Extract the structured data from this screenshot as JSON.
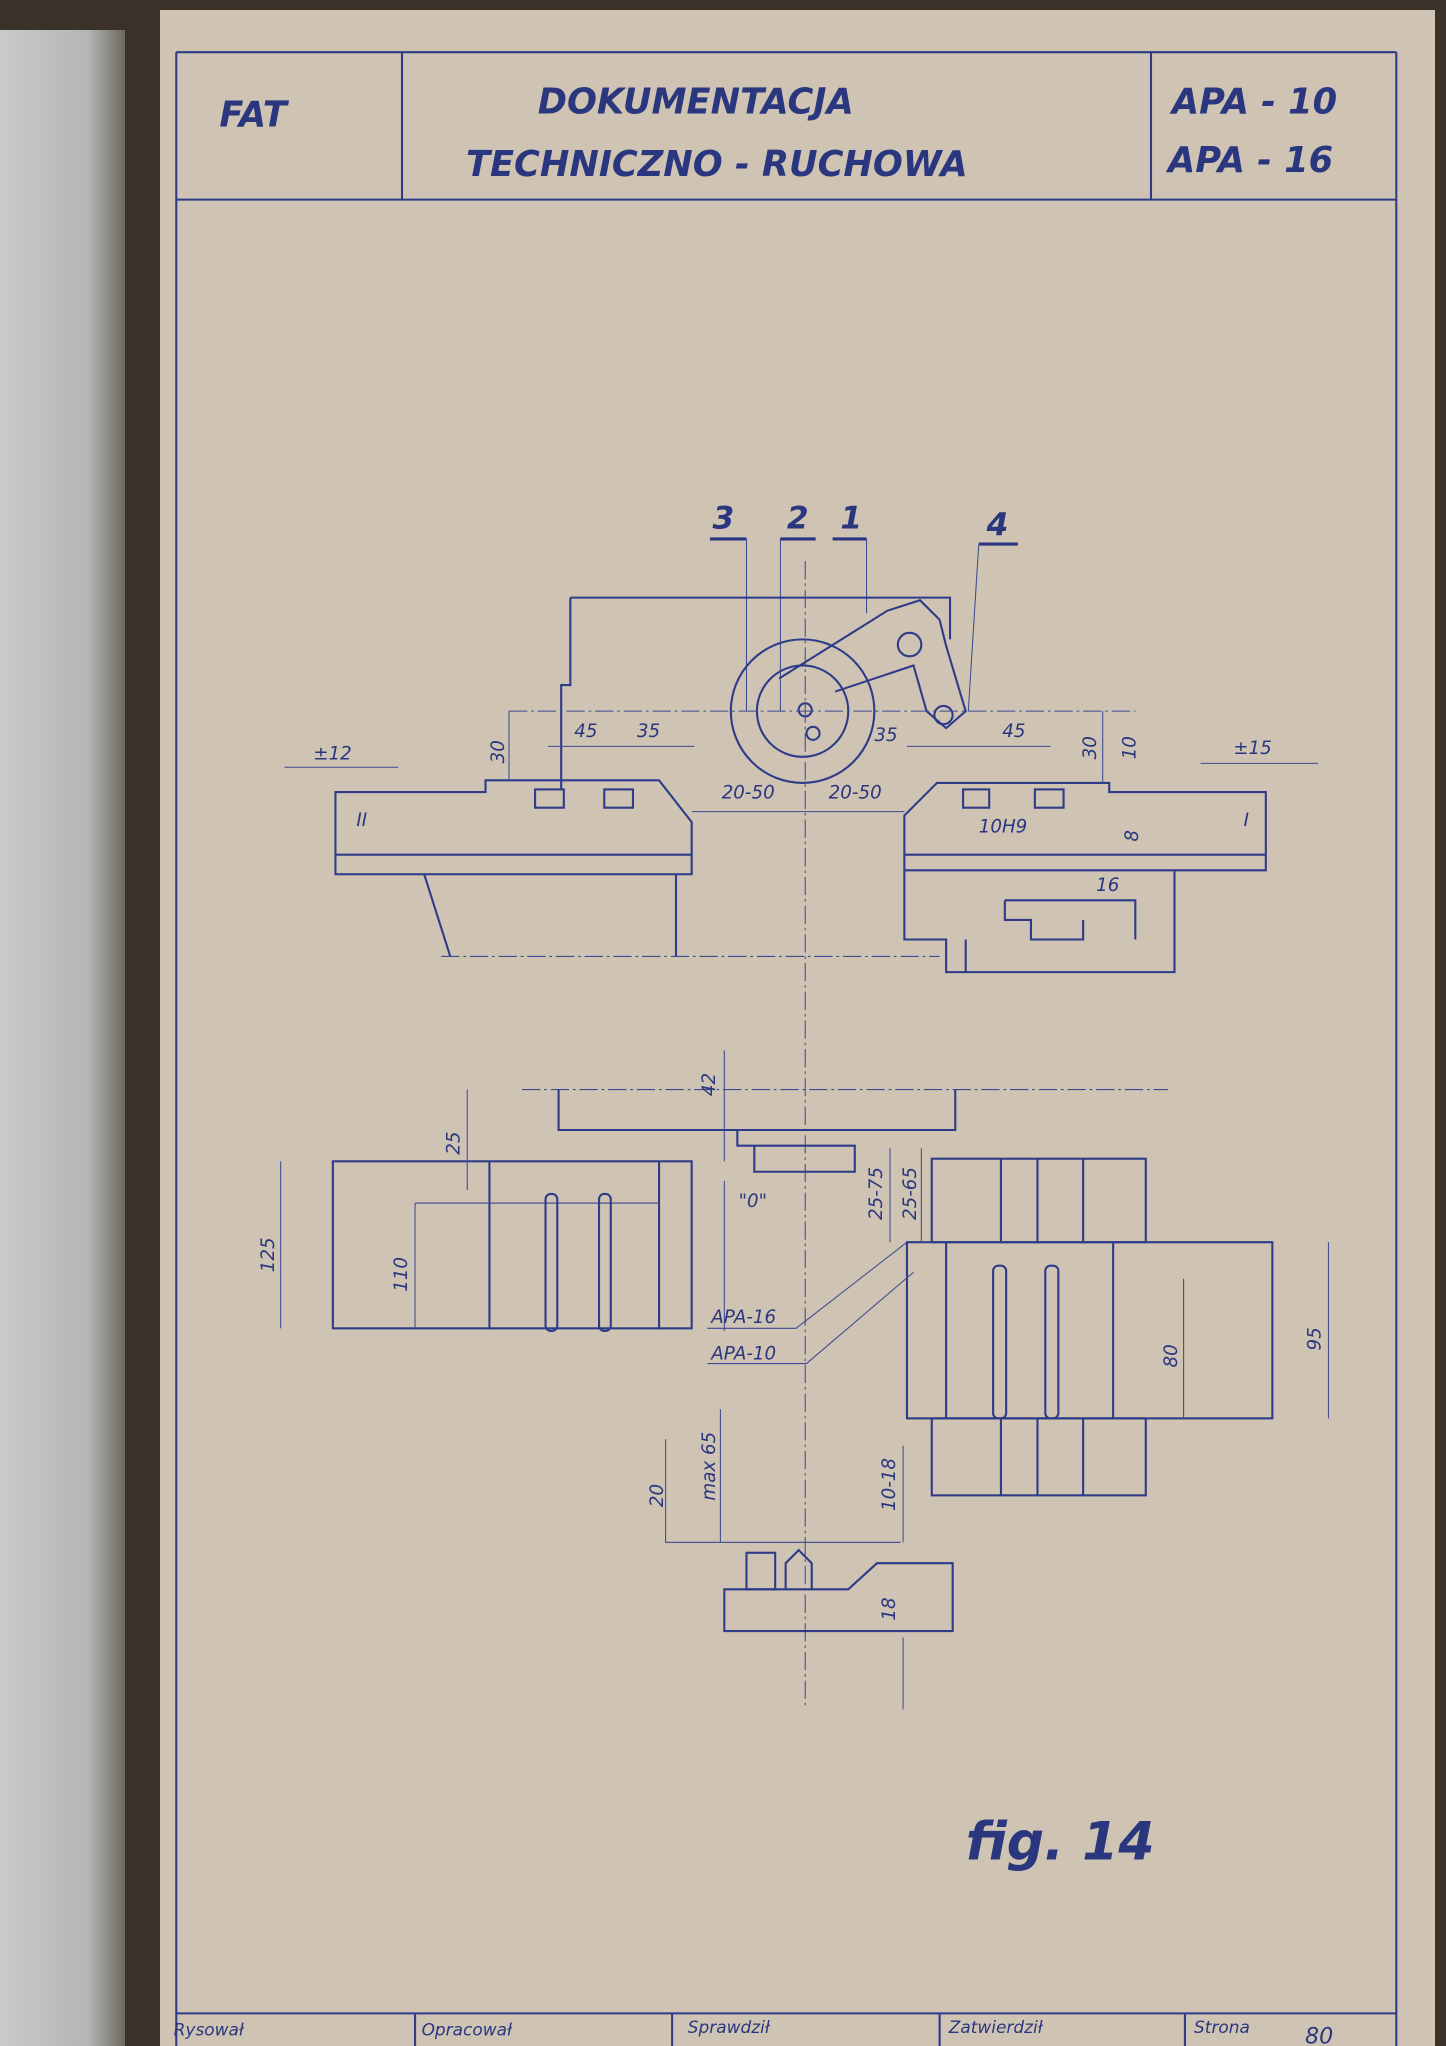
{
  "header": {
    "company": "FAT",
    "title_line1": "DOKUMENTACJA",
    "title_line2": "TECHNICZNO - RUCHOWA",
    "model_1": "APA - 10",
    "model_2": "APA - 16"
  },
  "drawing": {
    "part_labels": [
      "3",
      "2",
      "1",
      "4"
    ],
    "side_labels": {
      "left": "II",
      "right": "I"
    },
    "top_view_dims": {
      "left_travel": "±12",
      "right_travel": "±15",
      "h_left": "30",
      "d45_left": "45",
      "d35_left": "35",
      "d35_right": "35",
      "d45_right": "45",
      "h_right": "30",
      "d10": "10",
      "gap_left": "20-50",
      "gap_right": "20-50",
      "slot": "10H9",
      "d8": "8",
      "d16": "16"
    },
    "side_view_dims": {
      "d42": "42",
      "d25": "25",
      "d125": "125",
      "d110": "110",
      "zero": "\"0\"",
      "r25_75": "25-75",
      "r25_65": "25-65",
      "apa16": "APA-16",
      "apa10": "APA-10",
      "d80": "80",
      "d95": "95"
    },
    "tool_dims": {
      "d20": "20",
      "max65": "max 65",
      "r10_18": "10-18",
      "d18": "18"
    },
    "figure": "fig. 14"
  },
  "footer": {
    "drawn": "Rysował",
    "prepared": "Opracował",
    "checked": "Sprawdził",
    "approved": "Zatwierdził",
    "page_label": "Strona",
    "page_number": "80"
  }
}
